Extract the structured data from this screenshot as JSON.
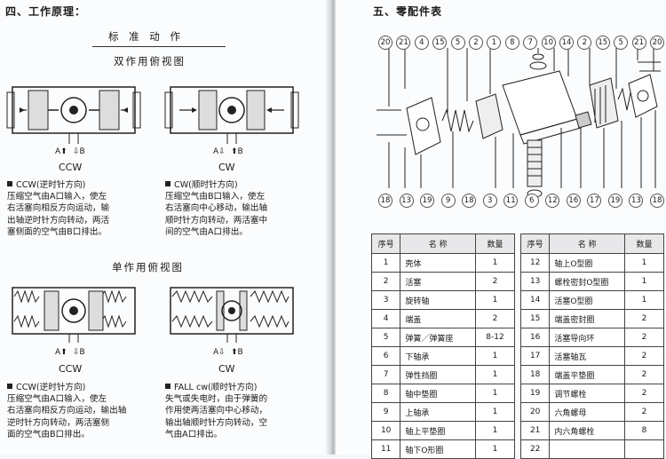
{
  "left": {
    "section_title": "四、工作原理：",
    "subtitle": "标 准 动 作",
    "double": {
      "title": "双作用俯视图",
      "ccw": {
        "caption": "CCW",
        "a": "A",
        "b": "B",
        "text": [
          "CCW(逆时针方向)",
          "压缩空气由A口输入，使左",
          "右活塞向相反方向运动，输",
          "出轴逆时针方向转动，两活",
          "塞侧面的空气由B口排出。"
        ]
      },
      "cw": {
        "caption": "CW",
        "a": "A",
        "b": "B",
        "text": [
          "CW(顺时针方向)",
          "压缩空气由B口输入，使左",
          "右活塞向中心移动，输出轴",
          "顺时针方向转动，两活塞中",
          "间的空气由A口排出。"
        ]
      }
    },
    "single": {
      "title": "单作用俯视图",
      "ccw": {
        "caption": "CCW",
        "a": "A",
        "b": "B",
        "text": [
          "CCW(逆时针方向)",
          "压缩空气由A口输入，使左",
          "右活塞向相反方向运动，输出轴",
          "逆时针方向转动，两活塞侧",
          "面的空气由B口排出。"
        ]
      },
      "cw": {
        "caption": "CW",
        "a": "A",
        "b": "B",
        "text": [
          "FALL cw(顺时针方向)",
          "失气或失电时，由于弹簧的",
          "作用使两活塞向中心移动，",
          "输出轴顺时针方向转动，空",
          "气由A口排出。"
        ]
      }
    }
  },
  "right": {
    "section_title": "五、零配件表",
    "callouts_top": [
      "20",
      "21",
      "4",
      "15",
      "5",
      "2",
      "1",
      "8",
      "7",
      "10",
      "14",
      "2",
      "15",
      "5",
      "21",
      "20"
    ],
    "callouts_bottom": [
      "18",
      "13",
      "19",
      "9",
      "18",
      "3",
      "11",
      "6",
      "12",
      "16",
      "17",
      "19",
      "13",
      "18"
    ],
    "table_headers": [
      "序号",
      "名 称",
      "数量"
    ],
    "table_left": [
      [
        "1",
        "壳体",
        "1"
      ],
      [
        "2",
        "活塞",
        "2"
      ],
      [
        "3",
        "旋转轴",
        "1"
      ],
      [
        "4",
        "端盖",
        "2"
      ],
      [
        "5",
        "弹簧／弹簧座",
        "8-12"
      ],
      [
        "6",
        "下轴承",
        "1"
      ],
      [
        "7",
        "弹性挡圈",
        "1"
      ],
      [
        "8",
        "轴中垫圈",
        "1"
      ],
      [
        "9",
        "上轴承",
        "1"
      ],
      [
        "10",
        "轴上平垫圈",
        "1"
      ],
      [
        "11",
        "轴下O形圈",
        "1"
      ]
    ],
    "table_right": [
      [
        "12",
        "轴上O型圈",
        "1"
      ],
      [
        "13",
        "螺栓密封O型圈",
        "1"
      ],
      [
        "14",
        "活塞O型圈",
        "1"
      ],
      [
        "15",
        "端盖密封圈",
        "2"
      ],
      [
        "16",
        "活塞导向环",
        "2"
      ],
      [
        "17",
        "活塞轴瓦",
        "2"
      ],
      [
        "18",
        "端盖平垫圈",
        "2"
      ],
      [
        "19",
        "调节螺栓",
        "2"
      ],
      [
        "20",
        "六角螺母",
        "2"
      ],
      [
        "21",
        "内六角螺栓",
        "8"
      ],
      [
        "22",
        "",
        ""
      ]
    ]
  }
}
